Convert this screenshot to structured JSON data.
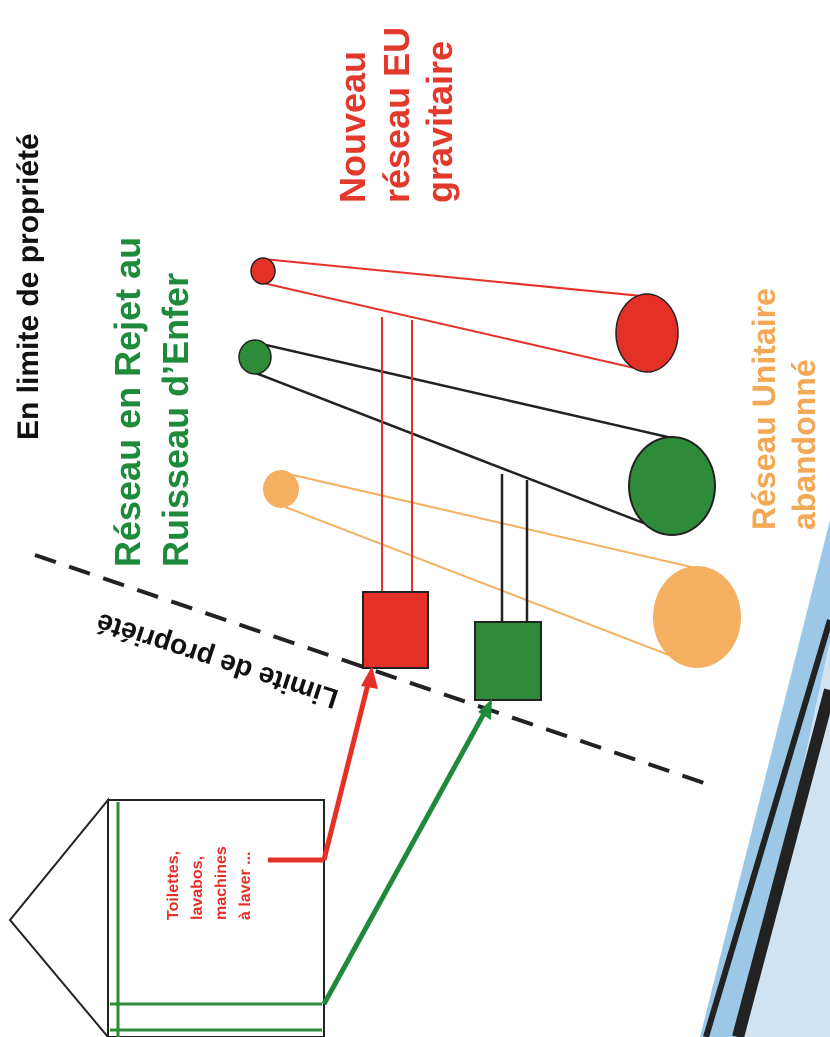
{
  "title": "En limite de propriété",
  "labels": {
    "ruisseau_line1": "Réseau en Rejet au",
    "ruisseau_line2": "Ruisseau d’Enfer",
    "eu_line1": "Nouveau",
    "eu_line2": "réseau EU",
    "eu_line3": "gravitaire",
    "unitaire_line1": "Réseau Unitaire",
    "unitaire_line2": "abandonné",
    "limite": "Limite de propriété",
    "house_line1": "Toilettes,",
    "house_line2": "lavabos,",
    "house_line3": "machines",
    "house_line4": "à laver ..."
  },
  "colors": {
    "eu_red": "#e53027",
    "rejet_green": "#2e8b3a",
    "unitaire_orange": "#f4b060",
    "text_green": "#1f8a3c",
    "text_red": "#e3382c",
    "text_orange": "#f2a855",
    "line_dark": "#1a1a1a"
  }
}
